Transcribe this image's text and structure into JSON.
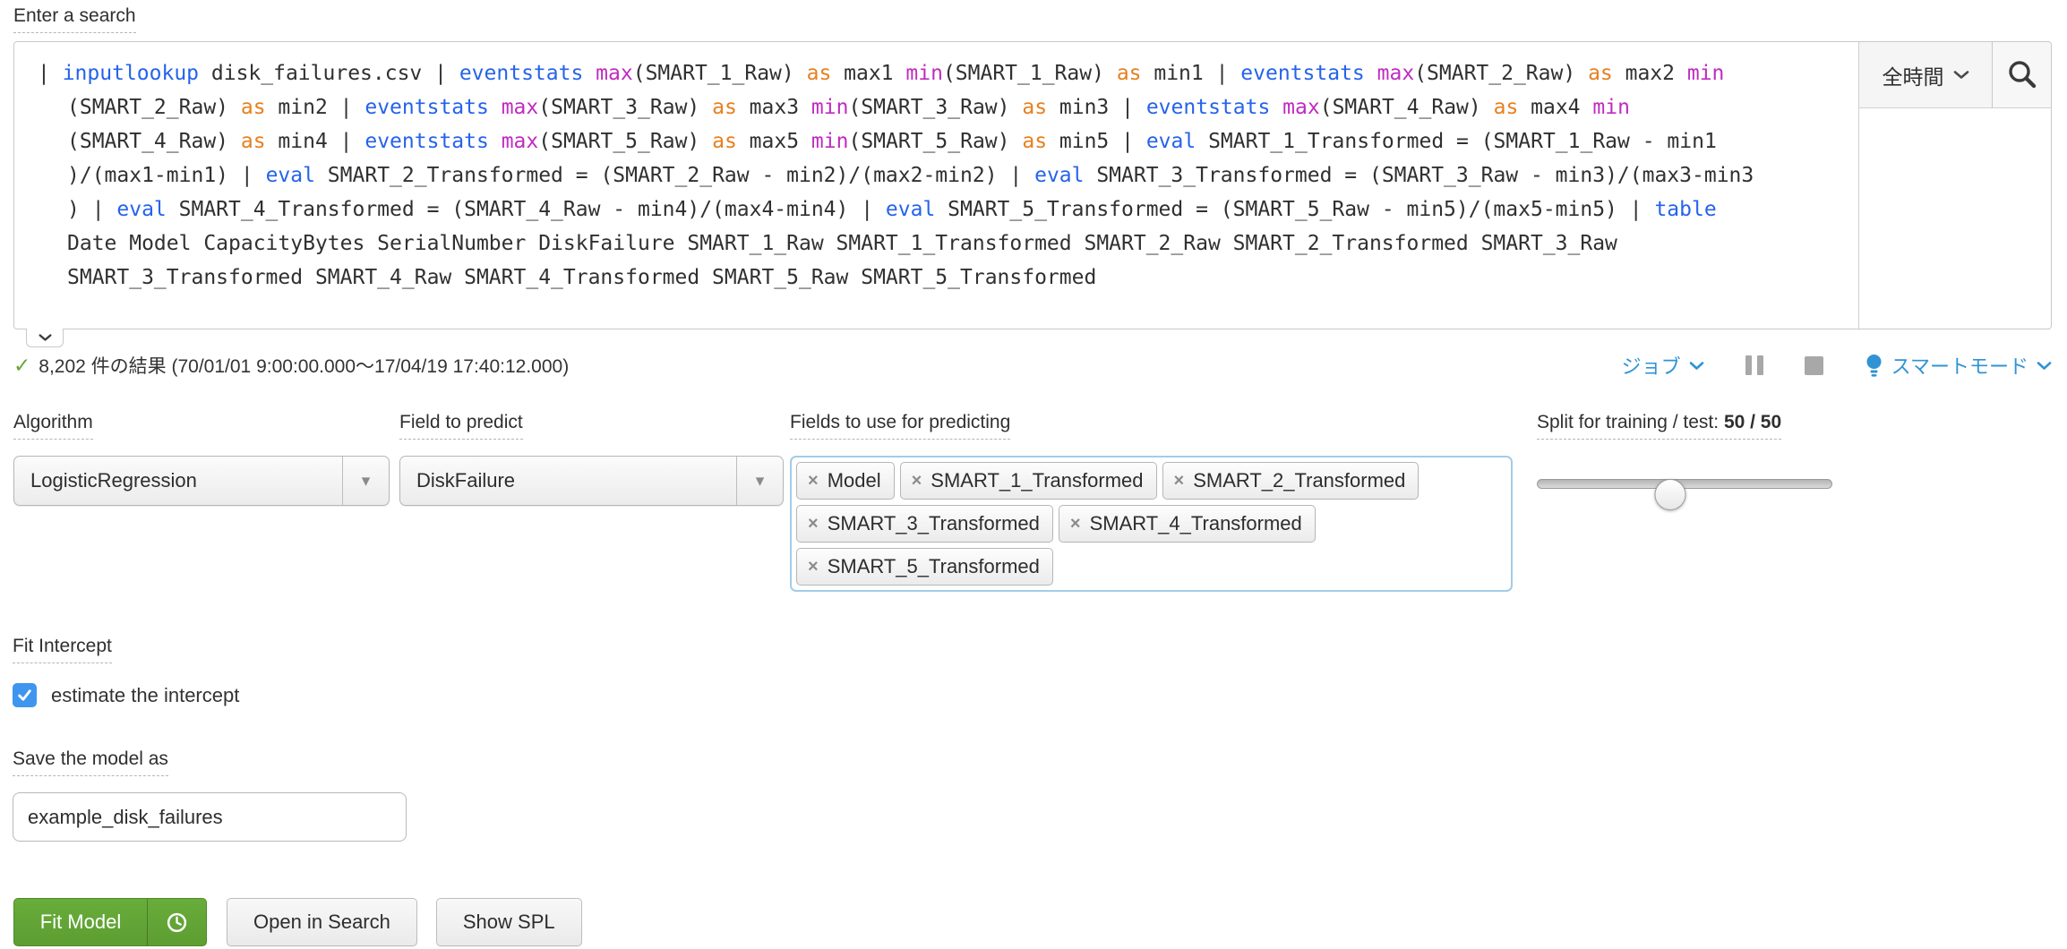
{
  "search": {
    "label": "Enter a search",
    "time_range": "全時間",
    "lines": [
      {
        "cont": false,
        "tokens": [
          [
            "p",
            "| "
          ],
          [
            "cmd",
            "inputlookup"
          ],
          [
            "p",
            " disk_failures.csv | "
          ],
          [
            "cmd",
            "eventstats"
          ],
          [
            "p",
            " "
          ],
          [
            "fn",
            "max"
          ],
          [
            "p",
            "(SMART_1_Raw) "
          ],
          [
            "kw",
            "as"
          ],
          [
            "p",
            " max1 "
          ],
          [
            "fn",
            "min"
          ],
          [
            "p",
            "(SMART_1_Raw) "
          ],
          [
            "kw",
            "as"
          ],
          [
            "p",
            " min1 | "
          ],
          [
            "cmd",
            "eventstats"
          ],
          [
            "p",
            " "
          ],
          [
            "fn",
            "max"
          ],
          [
            "p",
            "(SMART_2_Raw) "
          ],
          [
            "kw",
            "as"
          ],
          [
            "p",
            " max2 "
          ],
          [
            "fn",
            "min"
          ]
        ]
      },
      {
        "cont": true,
        "tokens": [
          [
            "p",
            "(SMART_2_Raw) "
          ],
          [
            "kw",
            "as"
          ],
          [
            "p",
            " min2 | "
          ],
          [
            "cmd",
            "eventstats"
          ],
          [
            "p",
            " "
          ],
          [
            "fn",
            "max"
          ],
          [
            "p",
            "(SMART_3_Raw) "
          ],
          [
            "kw",
            "as"
          ],
          [
            "p",
            " max3 "
          ],
          [
            "fn",
            "min"
          ],
          [
            "p",
            "(SMART_3_Raw) "
          ],
          [
            "kw",
            "as"
          ],
          [
            "p",
            " min3 | "
          ],
          [
            "cmd",
            "eventstats"
          ],
          [
            "p",
            " "
          ],
          [
            "fn",
            "max"
          ],
          [
            "p",
            "(SMART_4_Raw) "
          ],
          [
            "kw",
            "as"
          ],
          [
            "p",
            " max4 "
          ],
          [
            "fn",
            "min"
          ]
        ]
      },
      {
        "cont": true,
        "tokens": [
          [
            "p",
            "(SMART_4_Raw) "
          ],
          [
            "kw",
            "as"
          ],
          [
            "p",
            " min4 | "
          ],
          [
            "cmd",
            "eventstats"
          ],
          [
            "p",
            " "
          ],
          [
            "fn",
            "max"
          ],
          [
            "p",
            "(SMART_5_Raw) "
          ],
          [
            "kw",
            "as"
          ],
          [
            "p",
            " max5 "
          ],
          [
            "fn",
            "min"
          ],
          [
            "p",
            "(SMART_5_Raw) "
          ],
          [
            "kw",
            "as"
          ],
          [
            "p",
            " min5 | "
          ],
          [
            "cmd",
            "eval"
          ],
          [
            "p",
            " SMART_1_Transformed = (SMART_1_Raw - min1"
          ]
        ]
      },
      {
        "cont": true,
        "tokens": [
          [
            "p",
            ")/(max1-min1) | "
          ],
          [
            "cmd",
            "eval"
          ],
          [
            "p",
            " SMART_2_Transformed = (SMART_2_Raw - min2)/(max2-min2) | "
          ],
          [
            "cmd",
            "eval"
          ],
          [
            "p",
            " SMART_3_Transformed = (SMART_3_Raw - min3)/(max3-min3"
          ]
        ]
      },
      {
        "cont": true,
        "tokens": [
          [
            "p",
            ") | "
          ],
          [
            "cmd",
            "eval"
          ],
          [
            "p",
            " SMART_4_Transformed = (SMART_4_Raw - min4)/(max4-min4) | "
          ],
          [
            "cmd",
            "eval"
          ],
          [
            "p",
            " SMART_5_Transformed = (SMART_5_Raw - min5)/(max5-min5) | "
          ],
          [
            "cmd",
            "table"
          ]
        ]
      },
      {
        "cont": true,
        "tokens": [
          [
            "p",
            "Date Model CapacityBytes SerialNumber DiskFailure SMART_1_Raw SMART_1_Transformed SMART_2_Raw SMART_2_Transformed SMART_3_Raw"
          ]
        ]
      },
      {
        "cont": true,
        "tokens": [
          [
            "p",
            "SMART_3_Transformed SMART_4_Raw SMART_4_Transformed SMART_5_Raw SMART_5_Transformed"
          ]
        ]
      }
    ]
  },
  "results": {
    "status_icon": "✓",
    "summary": "8,202 件の結果 (70/01/01 9:00:00.000～17/04/19 17:40:12.000)",
    "job_menu": "ジョブ",
    "smart_mode": "スマートモード"
  },
  "form": {
    "algorithm": {
      "label": "Algorithm",
      "value": "LogisticRegression"
    },
    "field_to_predict": {
      "label": "Field to predict",
      "value": "DiskFailure"
    },
    "fields_for_predicting": {
      "label": "Fields to use for predicting",
      "tags": [
        "Model",
        "SMART_1_Transformed",
        "SMART_2_Transformed",
        "SMART_3_Transformed",
        "SMART_4_Transformed",
        "SMART_5_Transformed"
      ]
    },
    "split": {
      "label": "Split for training / test: ",
      "value": "50 / 50",
      "handle_percent": 45
    },
    "fit_intercept": {
      "label": "Fit Intercept",
      "checkbox_label": "estimate the intercept",
      "checked": true
    },
    "save_model": {
      "label": "Save the model as",
      "value": "example_disk_failures"
    }
  },
  "actions": {
    "fit_model": "Fit Model",
    "open_in_search": "Open in Search",
    "show_spl": "Show SPL"
  },
  "icons": {
    "dropdown": "▾",
    "remove": "×"
  },
  "colors": {
    "syntax_command": "#2563eb",
    "syntax_function": "#c02bc0",
    "syntax_keyword": "#e87f1e",
    "link_blue": "#3093d4",
    "success_green": "#65a637",
    "fit_model_green": "#65a637",
    "checkbox_blue": "#3e96ee",
    "multiselect_border": "#a3cbe8"
  }
}
